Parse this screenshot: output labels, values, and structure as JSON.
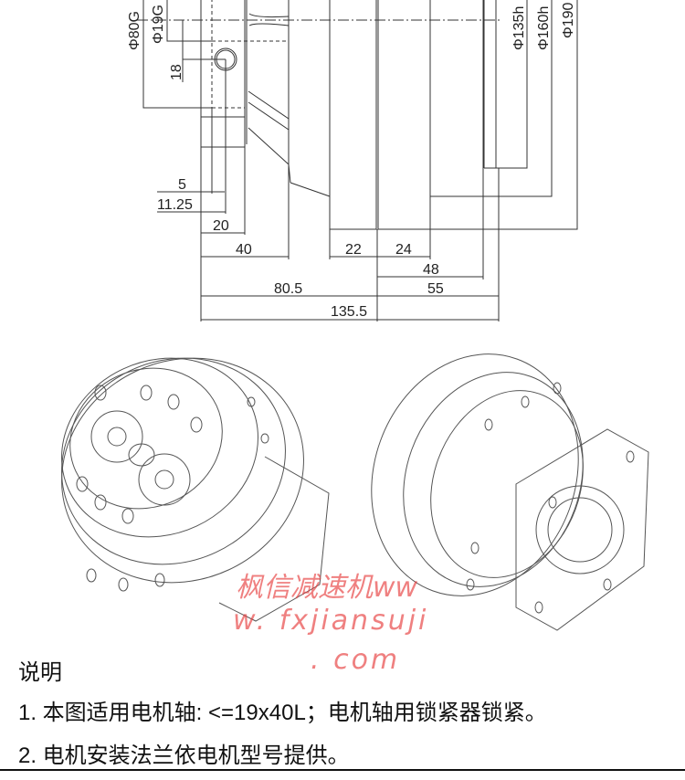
{
  "drawing": {
    "diameter_labels": [
      "Φ80G",
      "Φ19G",
      "Φ135h",
      "Φ160h",
      "Φ190"
    ],
    "vertical_dims": {
      "hole_offset": "18"
    },
    "horizontal_dims": [
      "5",
      "11.25",
      "20",
      "40",
      "22",
      "24",
      "48",
      "80.5",
      "55",
      "135.5"
    ]
  },
  "watermark": {
    "line1": "枫信减速机ww",
    "line2": "w. fxjiansuji",
    "line3": ". com"
  },
  "notes": {
    "title": "说明",
    "items": [
      "1. 本图适用电机轴: <=19x40L；电机轴用锁紧器锁紧。",
      "2. 电机安装法兰依电机型号提供。"
    ]
  }
}
